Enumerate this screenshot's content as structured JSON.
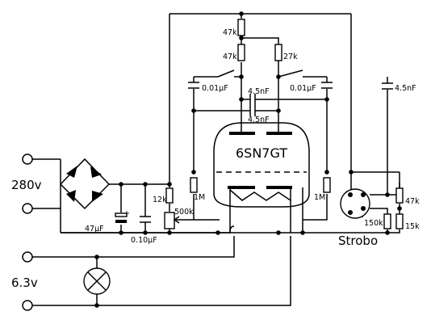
{
  "labels": {
    "r_top_1": "47k",
    "r_top_2": "47k",
    "r_top_3": "27k",
    "c_left": "0.01µF",
    "c_right": "0.01µF",
    "c_mid_top": "4.5nF",
    "c_mid_bottom": "4.5nF",
    "c_far_right": "4.5nF",
    "tube_name": "6SN7GT",
    "supply_hv": "280v",
    "supply_lv": "6.3v",
    "r_12k": "12k",
    "pot_500k": "500k",
    "r_1m_left": "1M",
    "r_1m_right": "1M",
    "c_47uf": "47µF",
    "c_polarity": "+",
    "c_010uf": "0.10µF",
    "r_47k_right": "47k",
    "r_15k": "15k",
    "r_150k": "150k",
    "strobo": "Strobo"
  },
  "colors": {
    "ink": "#000000",
    "paper": "#ffffff"
  }
}
